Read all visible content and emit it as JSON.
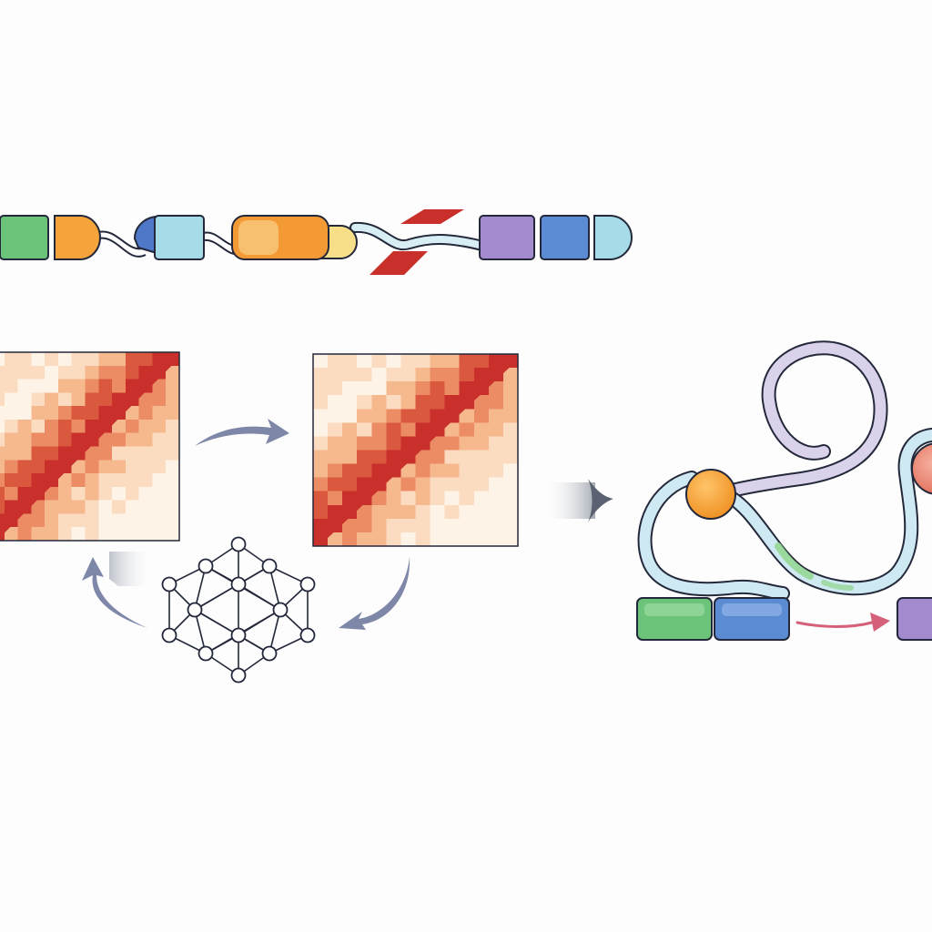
{
  "diagram": {
    "background": "#fdfdfd",
    "outline_color": "#23283a",
    "genome_track": {
      "blocks": [
        {
          "id": "green",
          "color": "#6cc47a"
        },
        {
          "id": "orange",
          "color": "#f5a43c"
        },
        {
          "id": "blue-knob",
          "color": "#4f78c8"
        },
        {
          "id": "light-blue",
          "color": "#a6dce8"
        },
        {
          "id": "orange-long",
          "color": "#f39a35"
        },
        {
          "id": "yellow",
          "color": "#f7df8a"
        },
        {
          "id": "purple",
          "color": "#a48bd0"
        },
        {
          "id": "blue",
          "color": "#5a8bd3"
        },
        {
          "id": "light-blue-end",
          "color": "#a6dce8"
        }
      ],
      "break_marks_color": "#c9302c",
      "linker_color": "#d8eef5"
    },
    "contact_maps": {
      "count": 2,
      "diagonal_color": "#c9302c",
      "palette": [
        "#fdf3e6",
        "#fbdcc0",
        "#f6b98e",
        "#ec8c65",
        "#d9583e",
        "#c9302c"
      ]
    },
    "cycle_arrows_color": "#7e87a8",
    "neural_network": {
      "node_fill": "#ffffff",
      "edge_color": "#23283a",
      "layers": [
        2,
        3,
        3,
        3,
        2
      ]
    },
    "transition_arrow_color": "#5b6170",
    "folded_structure": {
      "strand_color": "#cfe9f2",
      "loop_color": "#d9d2ea",
      "bead_color": "#f5a43c",
      "blocks": [
        {
          "id": "green",
          "color": "#6cc47a"
        },
        {
          "id": "blue",
          "color": "#5a8bd3"
        },
        {
          "id": "purple",
          "color": "#a48bd0"
        }
      ],
      "arrow_color": "#d4607a"
    }
  }
}
